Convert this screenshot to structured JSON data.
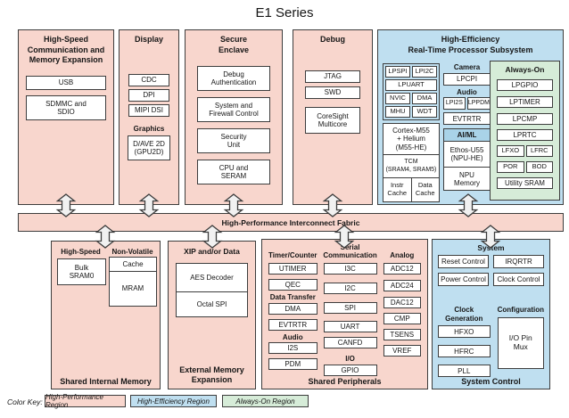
{
  "title": "E1 Series",
  "fabric_label": "High-Performance Interconnect Fabric",
  "colors": {
    "high_performance": "#f8d6cd",
    "high_efficiency": "#bfdff0",
    "always_on": "#d6ecd8",
    "aiml_header": "#a9d3e8",
    "border": "#3d3d3d"
  },
  "top": {
    "hs_comm": {
      "title": "High-Speed\nCommunication and\nMemory Expansion",
      "usb": "USB",
      "sdmmc": "SDMMC and\nSDIO"
    },
    "display": {
      "title": "Display",
      "cdc": "CDC",
      "dpi": "DPI",
      "mipi": "MIPI DSI",
      "graphics_label": "Graphics",
      "dave": "D/AVE 2D\n(GPU2D)"
    },
    "secure": {
      "title": "Secure\nEnclave",
      "debug_auth": "Debug\nAuthentication",
      "firewall": "System and\nFirewall Control",
      "security_unit": "Security\nUnit",
      "cpu_seram": "CPU and\nSERAM"
    },
    "debug": {
      "title": "Debug",
      "jtag": "JTAG",
      "swd": "SWD",
      "coresight": "CoreSight\nMulticore"
    },
    "hert": {
      "title": "High-Efficiency\nReal-Time Processor Subsystem",
      "lpspi": "LPSPI",
      "lpi2c": "LPI2C",
      "lpuart": "LPUART",
      "nvic": "NVIC",
      "dma": "DMA",
      "mhu": "MHU",
      "wdt": "WDT",
      "cortex": "Cortex-M55\n+ Helium\n(M55-HE)",
      "tcm": "TCM\n(SRAM4, SRAM5)",
      "instr_cache": "Instr\nCache",
      "data_cache": "Data\nCache",
      "camera_label": "Camera",
      "lpcpi": "LPCPI",
      "audio_label": "Audio",
      "lpi2s": "LPI2S",
      "lppdm": "LPPDM",
      "evtrtr": "EVTRTR",
      "aiml_label": "AI/ML",
      "ethos": "Ethos-U55\n(NPU-HE)",
      "npu_mem": "NPU\nMemory",
      "always_on": {
        "title": "Always-On",
        "lpgpio": "LPGPIO",
        "lptimer": "LPTIMER",
        "lpcmp": "LPCMP",
        "lprtc": "LPRTC",
        "lfxo": "LFXO",
        "lfrc": "LFRC",
        "por": "POR",
        "bod": "BOD",
        "utility_sram": "Utility SRAM"
      }
    }
  },
  "bottom": {
    "shared_mem": {
      "hs_label": "High-Speed",
      "nv_label": "Non-Volatile",
      "bulk": "Bulk\nSRAM0",
      "cache": "Cache",
      "mram": "MRAM",
      "footer": "Shared Internal Memory"
    },
    "ext_mem": {
      "title": "XIP and/or Data",
      "aes": "AES Decoder",
      "octal": "Octal SPI",
      "footer": "External Memory\nExpansion"
    },
    "shared_periph": {
      "timer_label": "Timer/Counter",
      "utimer": "UTIMER",
      "qec": "QEC",
      "dt_label": "Data Transfer",
      "dma": "DMA",
      "evtrtr": "EVTRTR",
      "audio_label": "Audio",
      "i2s": "I2S",
      "pdm": "PDM",
      "serial_label": "Serial\nCommunication",
      "i3c": "I3C",
      "i2c": "I2C",
      "spi": "SPI",
      "uart": "UART",
      "canfd": "CANFD",
      "io_label": "I/O",
      "gpio": "GPIO",
      "analog_label": "Analog",
      "adc12": "ADC12",
      "adc24": "ADC24",
      "dac12": "DAC12",
      "cmp": "CMP",
      "tsens": "TSENS",
      "vref": "VREF",
      "footer": "Shared Peripherals"
    },
    "sysctl": {
      "title": "System",
      "reset": "Reset Control",
      "irqrtr": "IRQRTR",
      "power": "Power Control",
      "clockctl": "Clock Control",
      "clkgen_label": "Clock Generation",
      "hfxo": "HFXO",
      "hfrc": "HFRC",
      "pll": "PLL",
      "config_label": "Configuration",
      "iopinmux": "I/O Pin\nMux",
      "footer": "System Control"
    }
  },
  "color_key": {
    "label": "Color Key:",
    "items": [
      {
        "label": "High-Performance Region"
      },
      {
        "label": "High-Efficiency Region"
      },
      {
        "label": "Always-On Region"
      }
    ]
  }
}
